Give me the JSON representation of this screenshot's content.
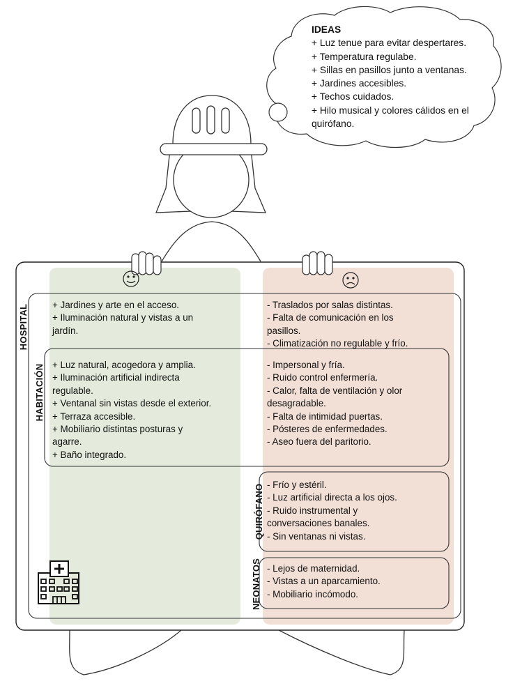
{
  "ideas": {
    "title": "IDEAS",
    "items": [
      "+ Luz tenue para evitar despertares.",
      "+ Temperatura regulabe.",
      "+ Sillas en pasillos junto a ventanas.",
      "+ Jardines accesibles.",
      "+ Techos cuidados.",
      "+ Hilo musical y colores cálidos en el",
      "quirófano."
    ]
  },
  "faces": {
    "positive": "☺",
    "negative": "☹"
  },
  "colors": {
    "positive_column": "#e4ebdc",
    "negative_column": "#f2e0d7"
  },
  "icons": {
    "building": "hospital-building-icon"
  },
  "sections": {
    "hospital": {
      "label": "HOSPITAL",
      "positive": [
        "+ Jardines y arte en el acceso.",
        "+ Iluminación natural y vistas a un",
        "jardín."
      ],
      "negative": [
        "- Traslados por salas distintas.",
        "- Falta de comunicación en los",
        "pasillos.",
        "- Climatización no regulable y frío."
      ]
    },
    "habitacion": {
      "label": "HABITACIÓN",
      "positive": [
        "+ Luz natural, acogedora y amplia.",
        "+ Iluminación artificial indirecta",
        "regulable.",
        "+ Ventanal sin vistas desde el exterior.",
        "+ Terraza accesible.",
        "+ Mobiliario distintas posturas y",
        "agarre.",
        "+ Baño integrado."
      ],
      "negative": [
        "- Impersonal y fría.",
        "- Ruido control enfermería.",
        "- Calor, falta de ventilación y olor",
        "desagradable.",
        "- Falta de intimidad puertas.",
        "- Pósteres de enfermedades.",
        "- Aseo fuera del paritorio."
      ]
    },
    "quirofano": {
      "label": "QUIRÓFANO",
      "negative": [
        "- Frío y estéril.",
        "- Luz artificial directa a los ojos.",
        "- Ruido instrumental y",
        "conversaciones banales.",
        "- Sin ventanas ni vistas."
      ]
    },
    "neonatos": {
      "label": "NEONATOS",
      "negative": [
        "- Lejos de maternidad.",
        "- Vistas a un aparcamiento.",
        "- Mobiliario incómodo."
      ]
    }
  }
}
